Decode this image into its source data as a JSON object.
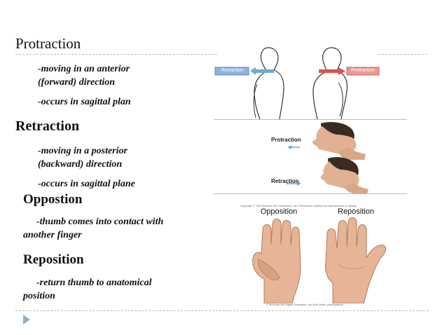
{
  "slide": {
    "title": "Protraction",
    "protraction_points": [
      "-moving in an anterior",
      "(forward) direction",
      "-occurs in sagittal plan"
    ],
    "retraction_heading": "Retraction",
    "retraction_points": [
      "-moving in a posterior",
      "(backward) direction",
      "-occurs in sagittal plane"
    ],
    "opposition_heading": "Oppostion",
    "opposition_points": [
      "-thumb comes into contact with",
      "another finger"
    ],
    "reposition_heading": "Reposition",
    "reposition_points": [
      "-return thumb to anatomical",
      "position"
    ]
  },
  "figures": {
    "shoulder": {
      "left_label": "Retraction",
      "right_label": "Protraction"
    },
    "head": {
      "top_label": "Protraction",
      "bottom_label": "Retraction"
    },
    "hands": {
      "copyright": "Copyright © The McGraw-Hill Companies, Inc. Permission required for reproduction or display.",
      "left_label": "Opposition",
      "right_label": "Reposition",
      "credit": "© McGraw-Hill Higher Education, Inc./Eric Wise, photographer"
    }
  },
  "colors": {
    "accent_bar": "#c0504d",
    "bullet": "#8fb0c8",
    "arrow": "#6fa8d6"
  }
}
